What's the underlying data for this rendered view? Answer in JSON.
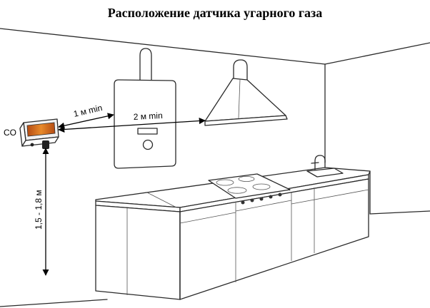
{
  "title": "Расположение датчика угарного газа",
  "labels": {
    "co": "CO",
    "min_1m": "1 м min",
    "min_2m": "2 м min",
    "height_range": "1,5 - 1,8 м"
  }
}
